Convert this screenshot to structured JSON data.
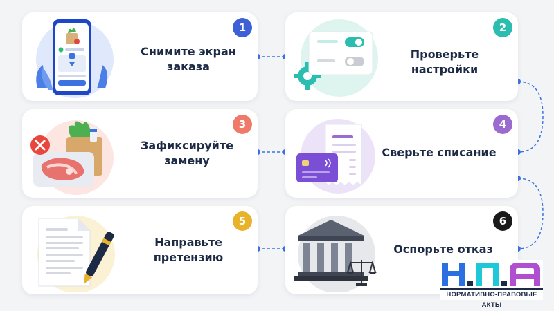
{
  "steps": [
    {
      "number": "1",
      "title": "Снимите экран заказа",
      "badge_color": "#3d5fd8"
    },
    {
      "number": "2",
      "title": "Проверьте настройки",
      "badge_color": "#2bbdb0"
    },
    {
      "number": "3",
      "title": "Зафиксируйте замену",
      "badge_color": "#f07a6a"
    },
    {
      "number": "4",
      "title": "Сверьте списание",
      "badge_color": "#9b6bd0"
    },
    {
      "number": "5",
      "title": "Направьте претензию",
      "badge_color": "#e8b32a"
    },
    {
      "number": "6",
      "title": "Оспорьте отказ",
      "badge_color": "#1a1a1a"
    }
  ],
  "logo": {
    "letters": "Н.П.А",
    "caption": "НОРМАТИВНО-ПРАВОВЫЕ АКТЫ",
    "colors": {
      "n": "#2b6fe0",
      "p": "#1fc8d8",
      "a": "#b04fd0",
      "dots": "#1c2a45"
    }
  },
  "accent_color": "#3d73e0"
}
